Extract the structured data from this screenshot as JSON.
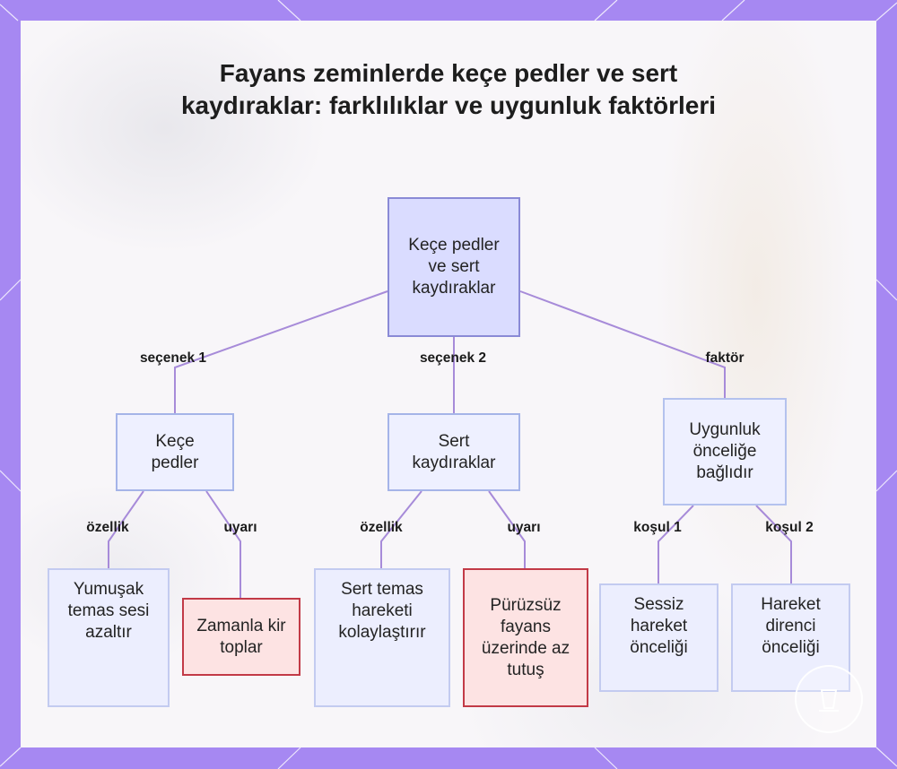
{
  "title": "Fayans zeminlerde keçe pedler ve sert kaydıraklar: farklılıklar ve uygunluk faktörleri",
  "colors": {
    "frame": "#a688f2",
    "panel": "#f8f6f9",
    "edge": "#a78bd9",
    "root_fill": "#dadcff",
    "node_fill": "#eef0ff",
    "warn_fill": "#fde3e3",
    "warn_border": "#c23a47"
  },
  "nodes": {
    "root": "Keçe pedler ve sert kaydıraklar",
    "felt_pads": "Keçe pedler",
    "hard_sliders": "Sert kaydıraklar",
    "priority": "Uygunluk önceliğe bağlıdır",
    "felt_feature": "Yumuşak temas sesi azaltır",
    "felt_warning": "Zamanla kir toplar",
    "hard_feature": "Sert temas hareketi kolaylaştırır",
    "hard_warning": "Pürüzsüz fayans üzerinde az tutuş",
    "quiet_priority": "Sessiz hareket önceliği",
    "resistance_priority": "Hareket direnci önceliği"
  },
  "edges": {
    "option1": "seçenek 1",
    "option2": "seçenek 2",
    "factor": "faktör",
    "feature_a": "özellik",
    "warning_a": "uyarı",
    "feature_b": "özellik",
    "warning_b": "uyarı",
    "condition1": "koşul 1",
    "condition2": "koşul 2"
  },
  "icons": {
    "corner_badge": "cup-icon"
  }
}
